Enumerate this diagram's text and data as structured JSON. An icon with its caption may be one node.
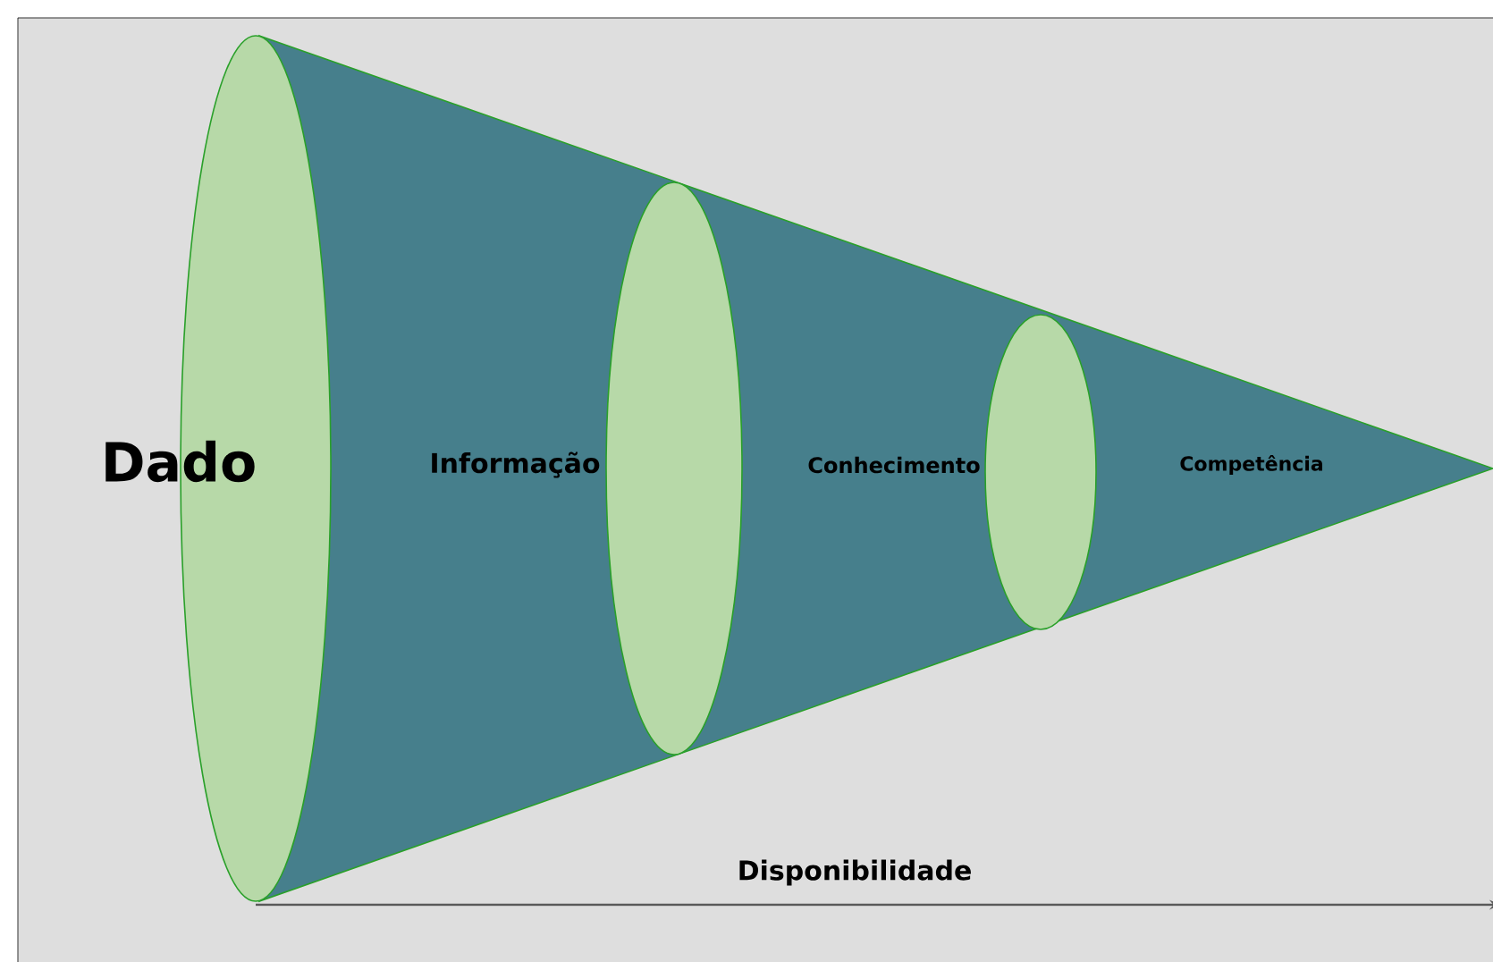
{
  "diagram": {
    "nodes": [
      {
        "text": [
          "Dado"
        ]
      },
      {
        "text": [
          "Informação"
        ]
      },
      {
        "text": [
          "Conhecimento"
        ]
      },
      {
        "text": [
          "Competência"
        ]
      }
    ],
    "labels": [
      "Disponibilidade"
    ]
  }
}
